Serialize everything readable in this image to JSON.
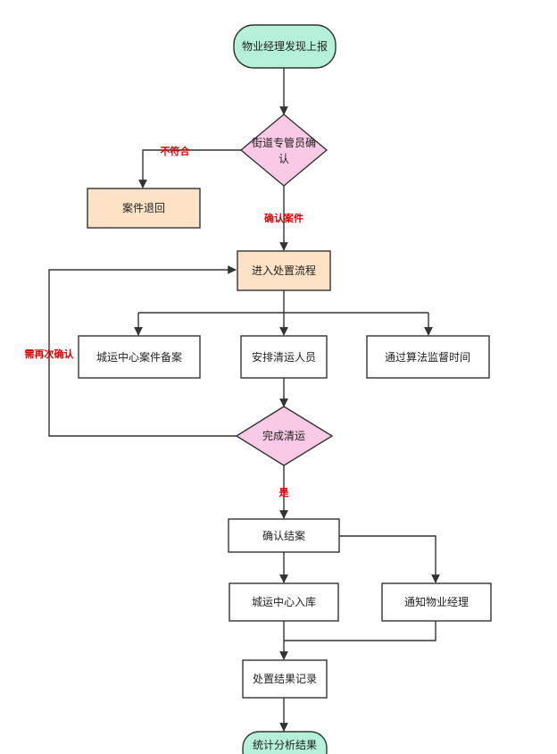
{
  "colors": {
    "terminal_fill": "#b5f0d8",
    "decision_fill": "#f9c9e6",
    "highlight_fill": "#fde2c6",
    "process_fill": "#ffffff",
    "stroke": "#333333",
    "label_red": "#e00000"
  },
  "nodes": {
    "start": "物业经理发现上报",
    "review_line1": "街道专管员确",
    "review_line2": "认",
    "return_case": "案件退回",
    "enter_process": "进入处置流程",
    "record_case": "城运中心案件备案",
    "assign_staff": "安排清运人员",
    "monitor_time": "通过算法监督时间",
    "done_check": "完成清运",
    "confirm_close": "确认结案",
    "archive": "城运中心入库",
    "notify_manager": "通知物业经理",
    "result_record": "处置结果记录",
    "end": "统计分析结果"
  },
  "edge_labels": {
    "reject": "不符合",
    "confirmed": "确认案件",
    "reconfirm": "需再次确认",
    "yes": "是"
  }
}
